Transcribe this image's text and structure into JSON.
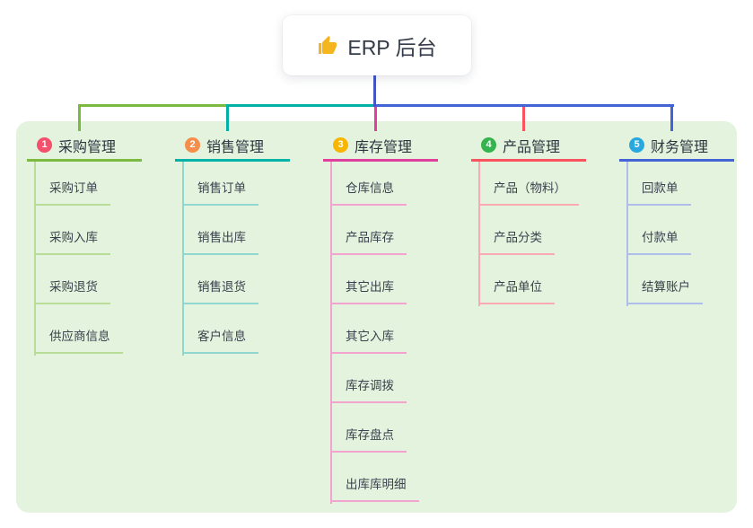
{
  "app": {
    "background": "#ffffff",
    "panel_background": "#e4f3de",
    "text_color": "#2c3540"
  },
  "root": {
    "icon": "thumbs-up-icon",
    "icon_color": "#f4b51e",
    "label": "ERP 后台",
    "connector_color": "#4456c5"
  },
  "branches": [
    {
      "badge": "1",
      "badge_color": "#f4506c",
      "line_color": "#7bb93f",
      "child_line_color": "#b9dc98",
      "label": "采购管理",
      "children": [
        "采购订单",
        "采购入库",
        "采购退货",
        "供应商信息"
      ]
    },
    {
      "badge": "2",
      "badge_color": "#f58e4a",
      "line_color": "#00b2a6",
      "child_line_color": "#90d8cf",
      "label": "销售管理",
      "children": [
        "销售订单",
        "销售出库",
        "销售退货",
        "客户信息"
      ]
    },
    {
      "badge": "3",
      "badge_color": "#f7b500",
      "line_color": "#df3f9d",
      "child_line_color": "#f2a4ce",
      "label": "库存管理",
      "children": [
        "仓库信息",
        "产品库存",
        "其它出库",
        "其它入库",
        "库存调拨",
        "库存盘点",
        "出库库明细"
      ]
    },
    {
      "badge": "4",
      "badge_color": "#35b34e",
      "line_color": "#f8535f",
      "child_line_color": "#fcaab1",
      "label": "产品管理",
      "children": [
        "产品（物料）",
        "产品分类",
        "产品单位"
      ]
    },
    {
      "badge": "5",
      "badge_color": "#29a7df",
      "line_color": "#4463d4",
      "child_line_color": "#aebdea",
      "label": "财务管理",
      "children": [
        "回款单",
        "付款单",
        "结算账户"
      ]
    }
  ]
}
